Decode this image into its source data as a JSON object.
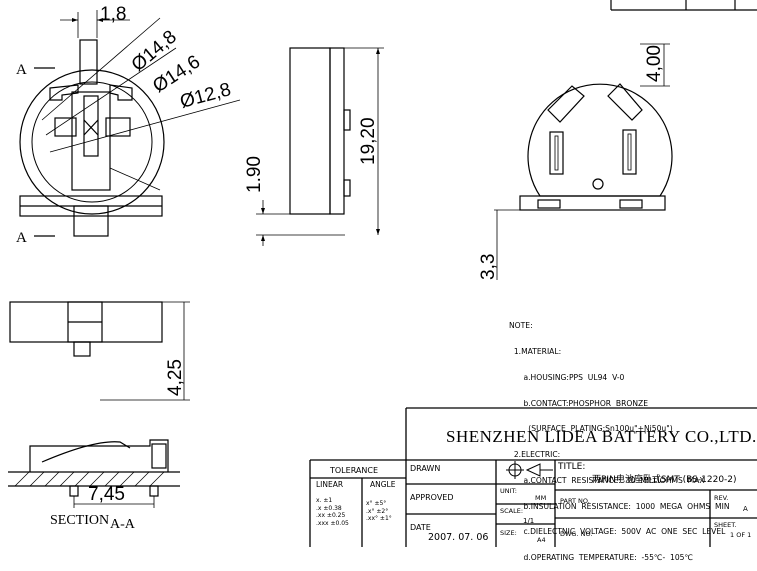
{
  "dimensions": {
    "top_width": "1,8",
    "dia_outer": "Ø14,8",
    "dia_mid": "Ø14,6",
    "dia_inner": "Ø12,8",
    "side_height": "1.90",
    "side_total": "19,20",
    "back_top": "4,00",
    "back_bottom": "3,3",
    "bottom_height": "4,25",
    "section_width": "7,45"
  },
  "labels": {
    "section_mark_top": "A",
    "section_mark_bottom": "A",
    "section_title": "SECTION",
    "section_id": "A-A"
  },
  "notes": [
    "NOTE:",
    "  1.MATERIAL:",
    "      a.HOUSING:PPS  UL94  V-0",
    "      b.CONTACT:PHOSPHOR  BRONZE",
    "        (SURFACE  PLATING:Sn100u\"+Ni50u\")",
    "  2.ELECTRIC:",
    "      a.CONTACT  RESISTANCE:  30  MILLIOHMS  MAX",
    "      b.INSULATION  RESISTANCE:  1000  MEGA  OHMS  MIN",
    "      c.DIELECTNIC  VOLTAGE:  500V  AC  ONE  SEC  LEVEL",
    "      d.OPERATING  TEMPERATURE:  -55℃-  105℃"
  ],
  "title_block": {
    "company": "SHENZHEN  LIDEA  BATTERY  CO.,LTD.",
    "tolerance_header": "TOLERANCE",
    "linear_header": "LINEAR",
    "angle_header": "ANGLE",
    "linear_values": [
      "x.   ±1",
      ".x   ±0.38",
      ".xx   ±0.25",
      ".xxx  ±0.05"
    ],
    "angle_values": [
      "x°   ±5°",
      ".x°   ±2°",
      ".xx°  ±1°"
    ],
    "drawn_label": "DRAWN",
    "approved_label": "APPROVED",
    "date_label": "DATE",
    "date_value": "2007. 07. 06",
    "unit_label": "UNIT:",
    "unit_value": "MM",
    "scale_label": "SCALE:",
    "scale_value": "1/1",
    "size_label": "SIZE:",
    "size_value": "A4",
    "title_label": "TITLE:",
    "title_value": "两PIN电池座卧式SMT (BS-1220-2)",
    "part_label": "PART NO.",
    "rev_label": "REV.",
    "rev_value": "A",
    "dwg_label": "DWG. NO.",
    "sheet_label": "SHEET.",
    "sheet_value": "1  OF  1"
  }
}
